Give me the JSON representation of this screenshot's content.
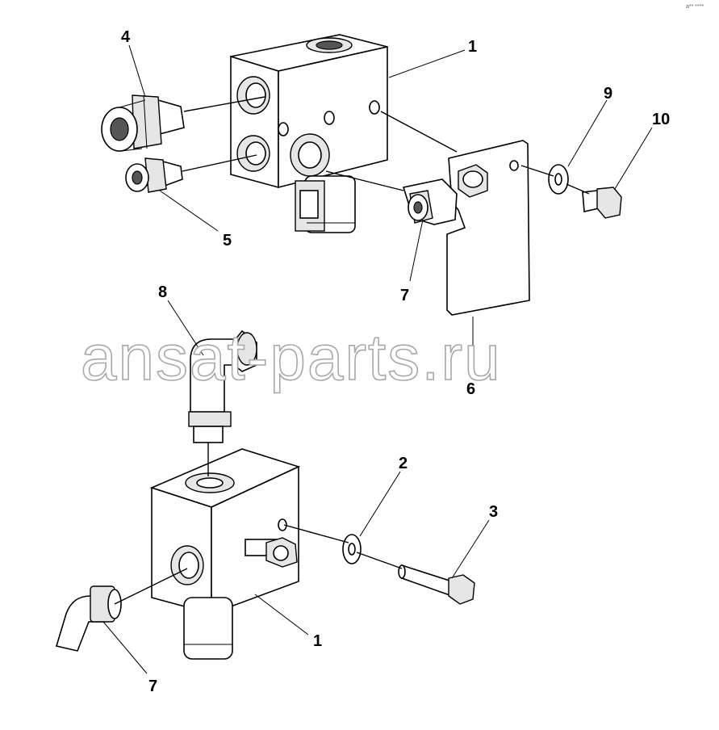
{
  "watermark": "ansat-parts.ru",
  "corner_mark": "a** ****",
  "callouts": {
    "c1_top": "1",
    "c1_bottom": "1",
    "c2": "2",
    "c3": "3",
    "c4": "4",
    "c5": "5",
    "c6": "6",
    "c7_top": "7",
    "c7_bottom": "7",
    "c8": "8",
    "c9": "9",
    "c10": "10"
  }
}
